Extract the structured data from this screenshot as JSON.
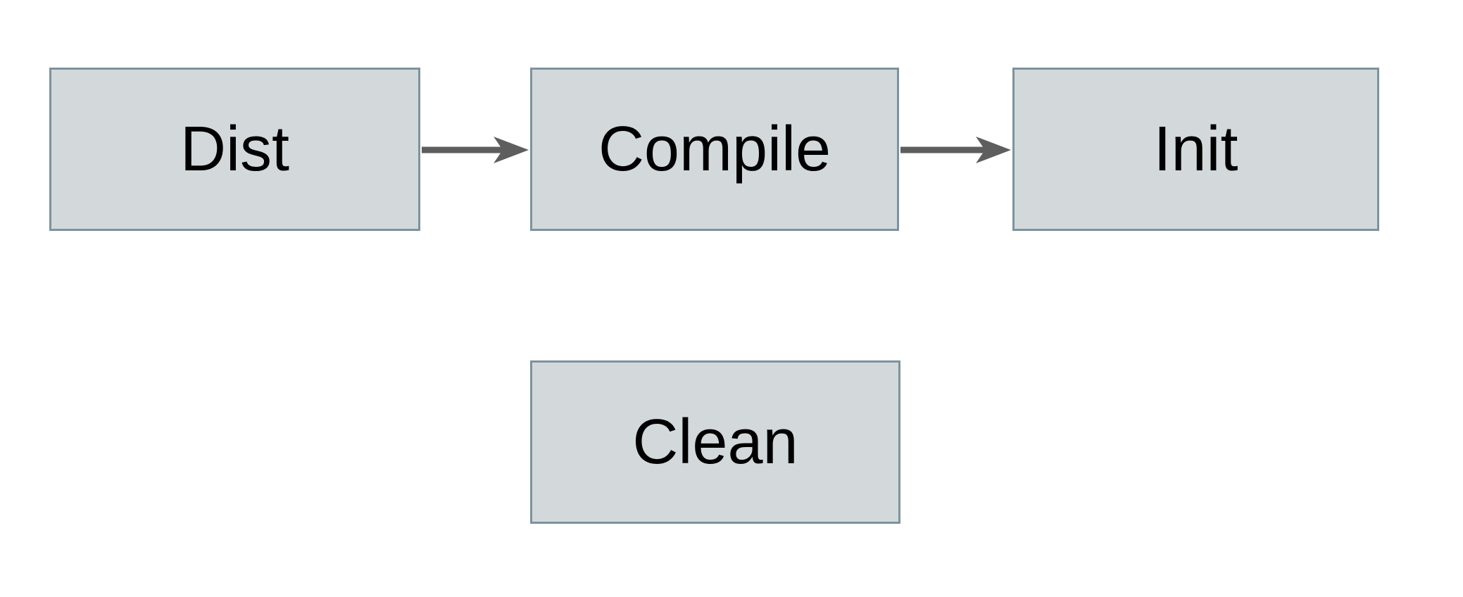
{
  "diagram": {
    "type": "flowchart",
    "background": "#ffffff",
    "nodes": [
      {
        "id": "dist",
        "label": "Dist"
      },
      {
        "id": "compile",
        "label": "Compile"
      },
      {
        "id": "init",
        "label": "Init"
      },
      {
        "id": "clean",
        "label": "Clean"
      }
    ],
    "edges": [
      {
        "from": "Dist",
        "to": "Compile",
        "style": "solid-arrow"
      },
      {
        "from": "Compile",
        "to": "Init",
        "style": "solid-arrow"
      }
    ],
    "colors": {
      "node_fill": "#d3d9db",
      "node_border": "#7d929e",
      "arrow": "#5e5e5e",
      "label_text": "#000000",
      "canvas_bg": "#ffffff"
    }
  }
}
